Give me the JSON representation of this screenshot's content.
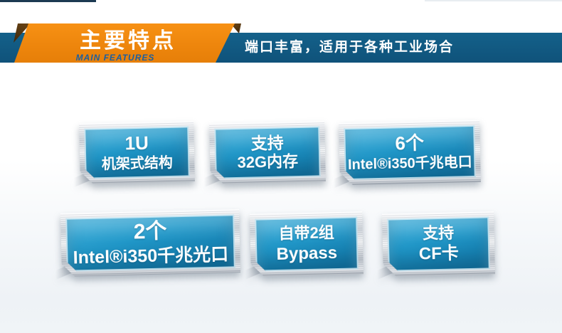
{
  "page": {
    "background_top": "#ffffff",
    "background_bottom": "#eef2f6"
  },
  "header": {
    "top_accent_color": "#1c3a52",
    "banner": {
      "title": "主要特点",
      "subtitle": "MAIN FEATURES",
      "orange_color": "#ed850c",
      "fold_color": "#4a2f0e",
      "title_color": "#ffffff",
      "subtitle_color": "#1c5fa0"
    },
    "strip": {
      "text": "端口丰富，适用于各种工业场合",
      "background_color": "#0f527a",
      "text_color": "#ffffff"
    }
  },
  "features": {
    "frame_color": "#c9ced5",
    "panel_color_top": "#43b0db",
    "panel_color_bottom": "#1172a1",
    "text_color": "#ffffff",
    "rows": [
      {
        "items": [
          {
            "line1": "1U",
            "line2": "机架式结构"
          },
          {
            "line1": "支持",
            "line2": "32G内存"
          },
          {
            "line1": "6个",
            "line2": "Intel®i350千兆电口"
          }
        ]
      },
      {
        "items": [
          {
            "line1": "2个",
            "line2": "Intel®i350千兆光口"
          },
          {
            "line1": "自带2组",
            "line2": "Bypass"
          },
          {
            "line1": "支持",
            "line2": "CF卡"
          }
        ]
      }
    ]
  }
}
